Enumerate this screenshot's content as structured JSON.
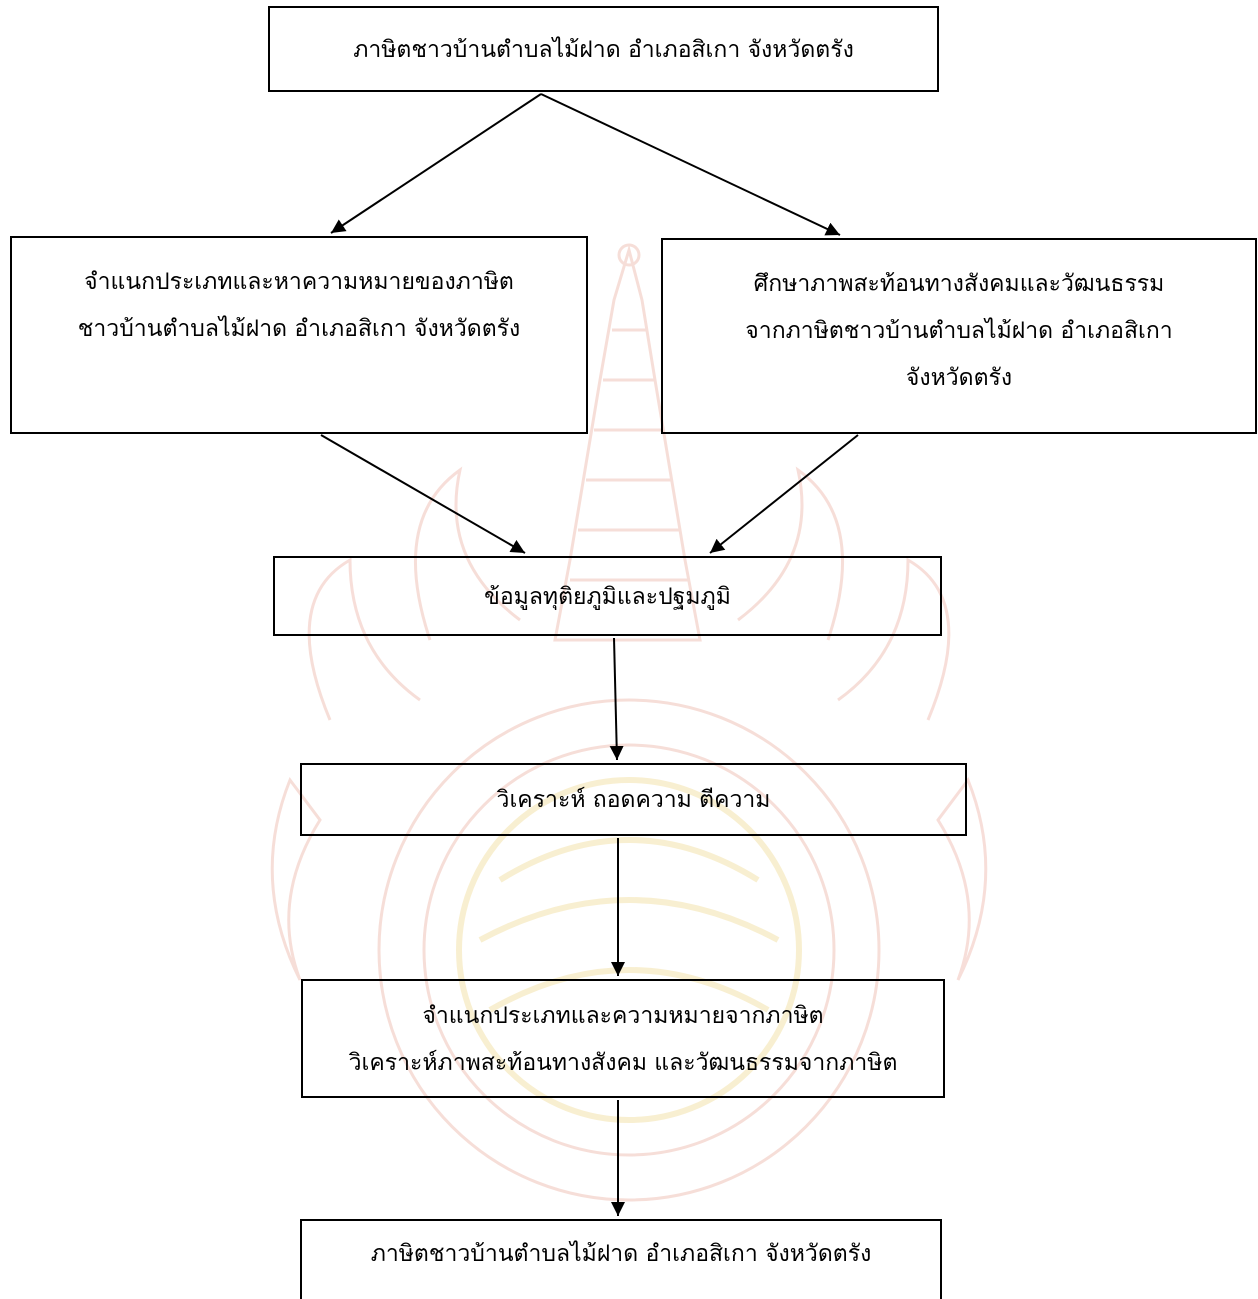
{
  "diagram": {
    "nodes": {
      "top": {
        "lines": [
          "ภาษิตชาวบ้านตำบลไม้ฝาด  อำเภอสิเกา  จังหวัดตรัง"
        ]
      },
      "left": {
        "lines": [
          "จำแนกประเภทและหาความหมายของภาษิต",
          "ชาวบ้านตำบลไม้ฝาด อำเภอสิเกา จังหวัดตรัง"
        ]
      },
      "right": {
        "lines": [
          "ศึกษาภาพสะท้อนทางสังคมและวัฒนธรรม",
          "จากภาษิตชาวบ้านตำบลไม้ฝาด อำเภอสิเกา",
          "จังหวัดตรัง"
        ]
      },
      "data": {
        "lines": [
          "ข้อมูลทุติยภูมิและปฐมภูมิ"
        ]
      },
      "analyze": {
        "lines": [
          "วิเคราะห์ ถอดความ ตีความ"
        ]
      },
      "classify": {
        "lines": [
          "จำแนกประเภทและความหมายจากภาษิต",
          "วิเคราะห์ภาพสะท้อนทางสังคม และวัฒนธรรมจากภาษิต"
        ]
      },
      "result": {
        "lines": [
          "ภาษิตชาวบ้านตำบลไม้ฝาด อำเภอสิเกา จังหวัดตรัง"
        ]
      }
    },
    "edges": [
      {
        "from": "top",
        "to": "left"
      },
      {
        "from": "top",
        "to": "right"
      },
      {
        "from": "left",
        "to": "data"
      },
      {
        "from": "right",
        "to": "data"
      },
      {
        "from": "data",
        "to": "analyze"
      },
      {
        "from": "analyze",
        "to": "classify"
      },
      {
        "from": "classify",
        "to": "result"
      }
    ]
  },
  "colors": {
    "line": "#000000",
    "watermark": "#e9a99a",
    "watermark_accent": "#f1dd9a"
  }
}
